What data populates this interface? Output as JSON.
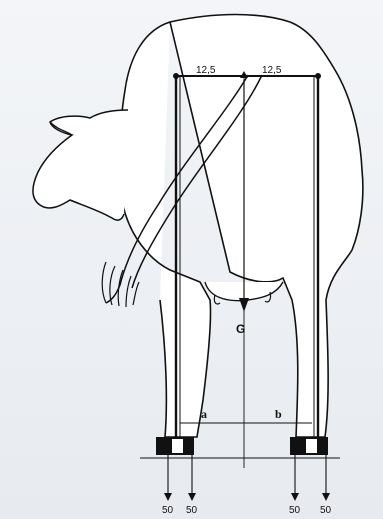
{
  "dimensions": {
    "left": "12,5",
    "right": "12,5"
  },
  "labels": {
    "gravity": "G",
    "point_a": "a",
    "point_b": "b"
  },
  "loads": [
    "50",
    "50",
    "50",
    "50"
  ],
  "colors": {
    "line": "#111111",
    "fill": "#ffffff",
    "background": "#eef1f5"
  }
}
